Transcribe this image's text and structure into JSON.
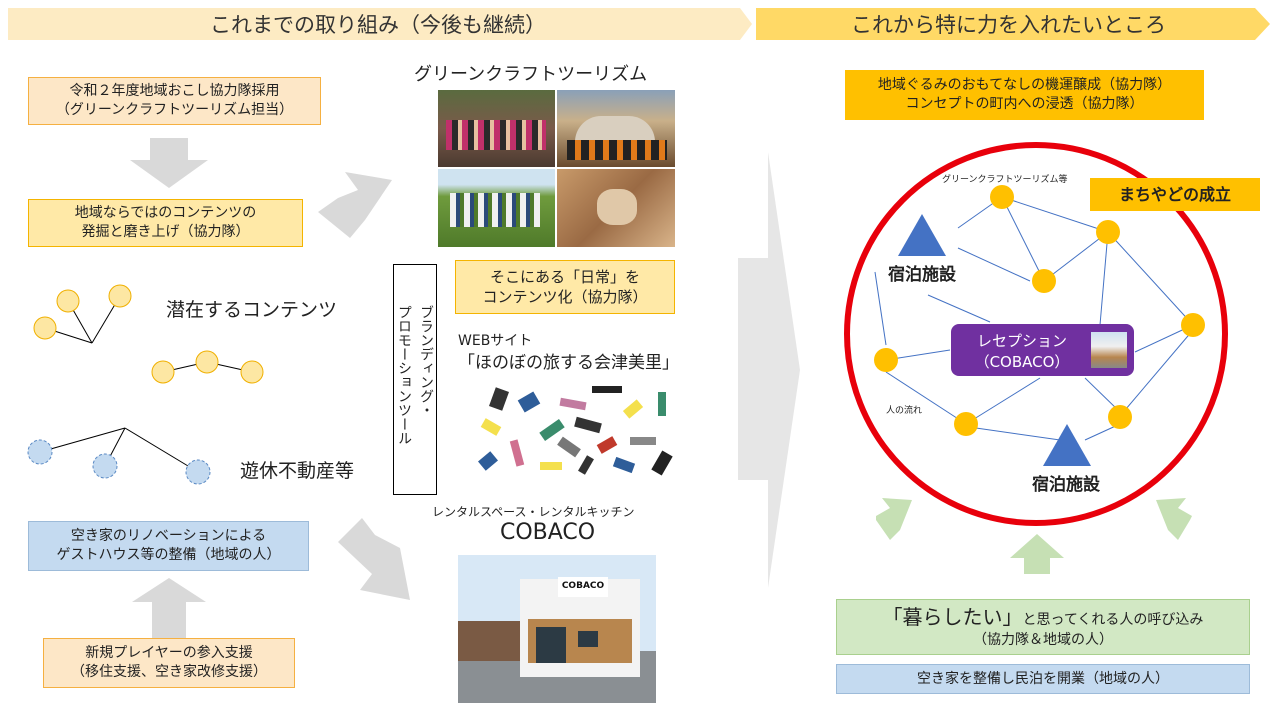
{
  "banners": {
    "left": "これまでの取り組み（今後も継続）",
    "right": "これから特に力を入れたいところ"
  },
  "left_column": {
    "recruit_line1": "令和２年度地域おこし協力隊採用",
    "recruit_line2": "（グリーンクラフトツーリズム担当）",
    "content_line1": "地域ならではのコンテンツの",
    "content_line2": "発掘と磨き上げ（協力隊）",
    "latent_contents": "潜在するコンテンツ",
    "idle_realestate": "遊休不動産等",
    "renov_line1": "空き家のリノベーションによる",
    "renov_line2": "ゲストハウス等の整備（地域の人）",
    "player_line1": "新規プレイヤーの参入支援",
    "player_line2": "（移住支援、空き家改修支援）"
  },
  "middle_column": {
    "gct_title": "グリーンクラフトツーリズム",
    "branding_col1": "ブランディング・",
    "branding_col2": "プロモーションツール",
    "daily_line1": "そこにある「日常」を",
    "daily_line2": "コンテンツ化（協力隊）",
    "web_label": "WEBサイト",
    "web_name": "「ほのぼの旅する会津美里」",
    "rental_label": "レンタルスペース・レンタルキッチン",
    "cobaco": "COBACO",
    "shop_sign": "COBACO"
  },
  "right_column": {
    "hospitality_line1": "地域ぐるみのおもてなしの機運醸成（協力隊）",
    "hospitality_line2": "コンセプトの町内への浸透（協力隊）",
    "gct_small": "グリーンクラフトツーリズム等",
    "machiyado": "まちやどの成立",
    "lodging_top": "宿泊施設",
    "lodging_bottom": "宿泊施設",
    "reception_line1": "レセプション",
    "reception_line2": "（COBACO）",
    "people_flow": "人の流れ",
    "live_quote": "「暮らしたい」",
    "live_rest": "と思ってくれる人の呼び込み",
    "live_line2": "（協力隊＆地域の人）",
    "minpaku": "空き家を整備し民泊を開業（地域の人）"
  },
  "colors": {
    "banner_left": "#fdebc3",
    "banner_right": "#ffd966",
    "circle_ring": "#e8000b",
    "reception": "#7030a0",
    "node": "#ffc000",
    "triangle": "#4472c4"
  }
}
